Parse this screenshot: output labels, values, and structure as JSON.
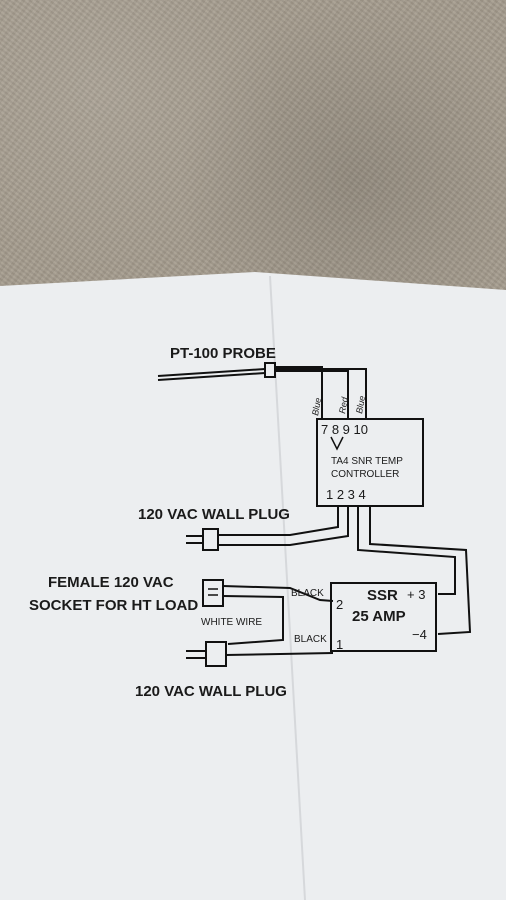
{
  "labels": {
    "probe": "PT-100 PROBE",
    "wire_blue_1": "Blue",
    "wire_red": "Red",
    "wire_blue_2": "Blue",
    "controller_terminals_top": "7 8 9 10",
    "controller_name_1": "TA4 SNR TEMP",
    "controller_name_2": "CONTROLLER",
    "controller_terminals_bottom": "1 2 3 4",
    "wall_plug_top": "120 VAC WALL PLUG",
    "female_socket_1": "FEMALE 120 VAC",
    "female_socket_2": "SOCKET FOR HT LOAD",
    "white_wire": "WHITE WIRE",
    "black_wire_top": "BLACK",
    "black_wire_bottom": "BLACK",
    "ssr_line1": "SSR",
    "ssr_line2": "25 AMP",
    "ssr_t2": "2",
    "ssr_t1": "1",
    "ssr_plus3": "+ 3",
    "ssr_minus4": "−4",
    "wall_plug_bottom": "120 VAC WALL PLUG"
  }
}
